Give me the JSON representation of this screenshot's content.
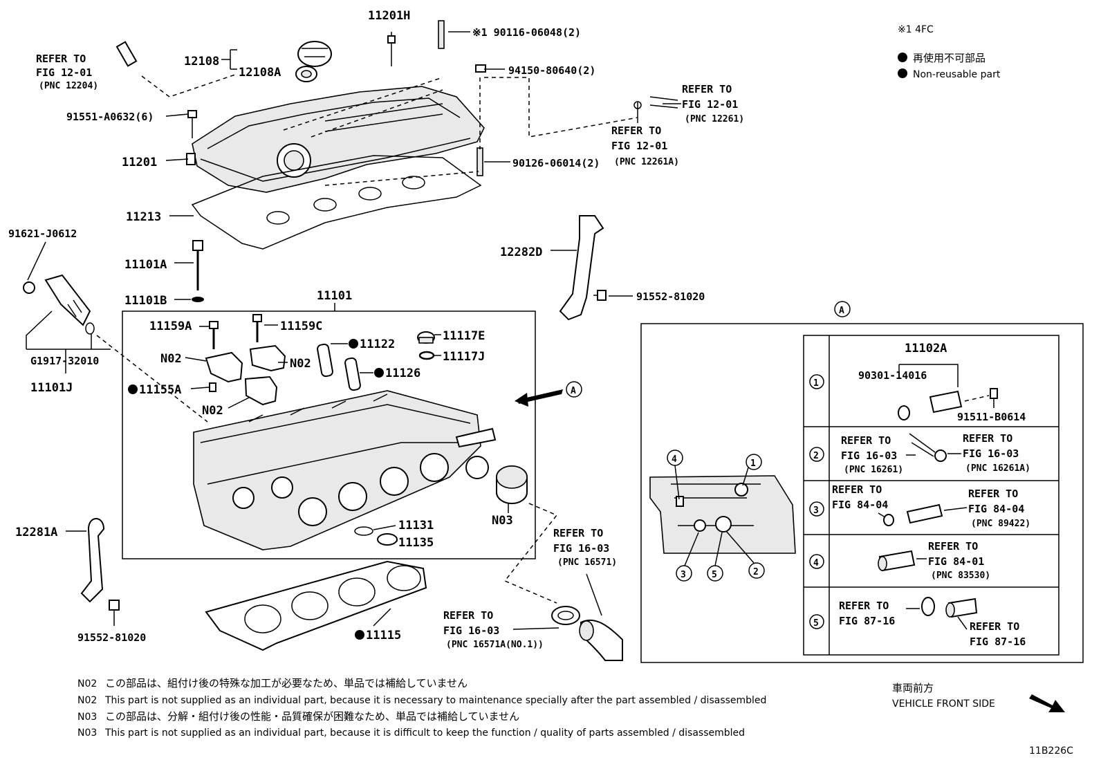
{
  "marks": {
    "fc_note": "※1 4FC",
    "legend_jp": "再使用不可部品",
    "legend_en": "Non-reusable part",
    "ref_a": "A",
    "drawing_code": "11B226C",
    "front_jp": "車両前方",
    "front_en": "VEHICLE FRONT SIDE"
  },
  "labels": {
    "l11201H": "11201H",
    "l90116": "※1 90116-06048(2)",
    "l12108": "12108",
    "l12108A": "12108A",
    "l94150": "94150-80640(2)",
    "ref1": "REFER TO",
    "ref1b": "FIG 12-01",
    "ref1c": "(PNC 12204)",
    "l91551": "91551-A0632(6)",
    "ref2": "REFER TO",
    "ref2b": "FIG 12-01",
    "ref2c": "(PNC 12261)",
    "ref3": "REFER TO",
    "ref3b": "FIG 12-01",
    "ref3c": "(PNC 12261A)",
    "l11201": "11201",
    "l90126": "90126-06014(2)",
    "l11213": "11213",
    "l91621": "91621-J0612",
    "l11101A": "11101A",
    "l11101B": "11101B",
    "l12282D": "12282D",
    "l91552a": "91552-81020",
    "l11101": "11101",
    "l11159A": "11159A",
    "l11159C": "11159C",
    "l11117E": "11117E",
    "l11122": "11122",
    "l11117J": "11117J",
    "l11126": "11126",
    "lN02a": "N02",
    "lN02b": "N02",
    "lN02c": "N02",
    "l11155A": "11155A",
    "lG1917": "G1917-32010",
    "l11101J": "11101J",
    "lN03": "N03",
    "l11131": "11131",
    "l11135": "11135",
    "ref4": "REFER TO",
    "ref4b": "FIG 16-03",
    "ref4c": "(PNC 16571)",
    "l12281A": "12281A",
    "l91552b": "91552-81020",
    "l11115": "11115",
    "ref5": "REFER TO",
    "ref5b": "FIG 16-03",
    "ref5c": "(PNC 16571A(NO.1))"
  },
  "inset": {
    "c1": "1",
    "c2": "2",
    "c3": "3",
    "c4": "4",
    "c5": "5",
    "r1": "1",
    "r2": "2",
    "r3": "3",
    "r4": "4",
    "r5": "5",
    "l11102A": "11102A",
    "l90301": "90301-14016",
    "l91511": "91511-B0614",
    "r2a": "REFER TO",
    "r2b": "FIG 16-03",
    "r2c": "(PNC 16261)",
    "r2d": "REFER TO",
    "r2e": "FIG 16-03",
    "r2f": "(PNC 16261A)",
    "r3a": "REFER TO",
    "r3b": "FIG 84-04",
    "r3c": "REFER TO",
    "r3d": "FIG 84-04",
    "r3e": "(PNC 89422)",
    "r4a": "REFER TO",
    "r4b": "FIG 84-01",
    "r4c": "(PNC 83530)",
    "r5a": "REFER TO",
    "r5b": "FIG 87-16",
    "r5c": "REFER TO",
    "r5d": "FIG 87-16"
  },
  "notes": {
    "code1": "N02",
    "n1_jp": "この部品は、組付け後の特殊な加工が必要なため、単品では補給していません",
    "code2": "N02",
    "n2_en": "This part is not supplied as an individual part, because it is necessary to maintenance specially after the part assembled / disassembled",
    "code3": "N03",
    "n3_jp": "この部品は、分解・組付け後の性能・品質確保が困難なため、単品では補給していません",
    "code4": "N03",
    "n4_en": "This part is not supplied as an individual part, because it is difficult to keep the function / quality of parts  assembled / disassembled"
  }
}
